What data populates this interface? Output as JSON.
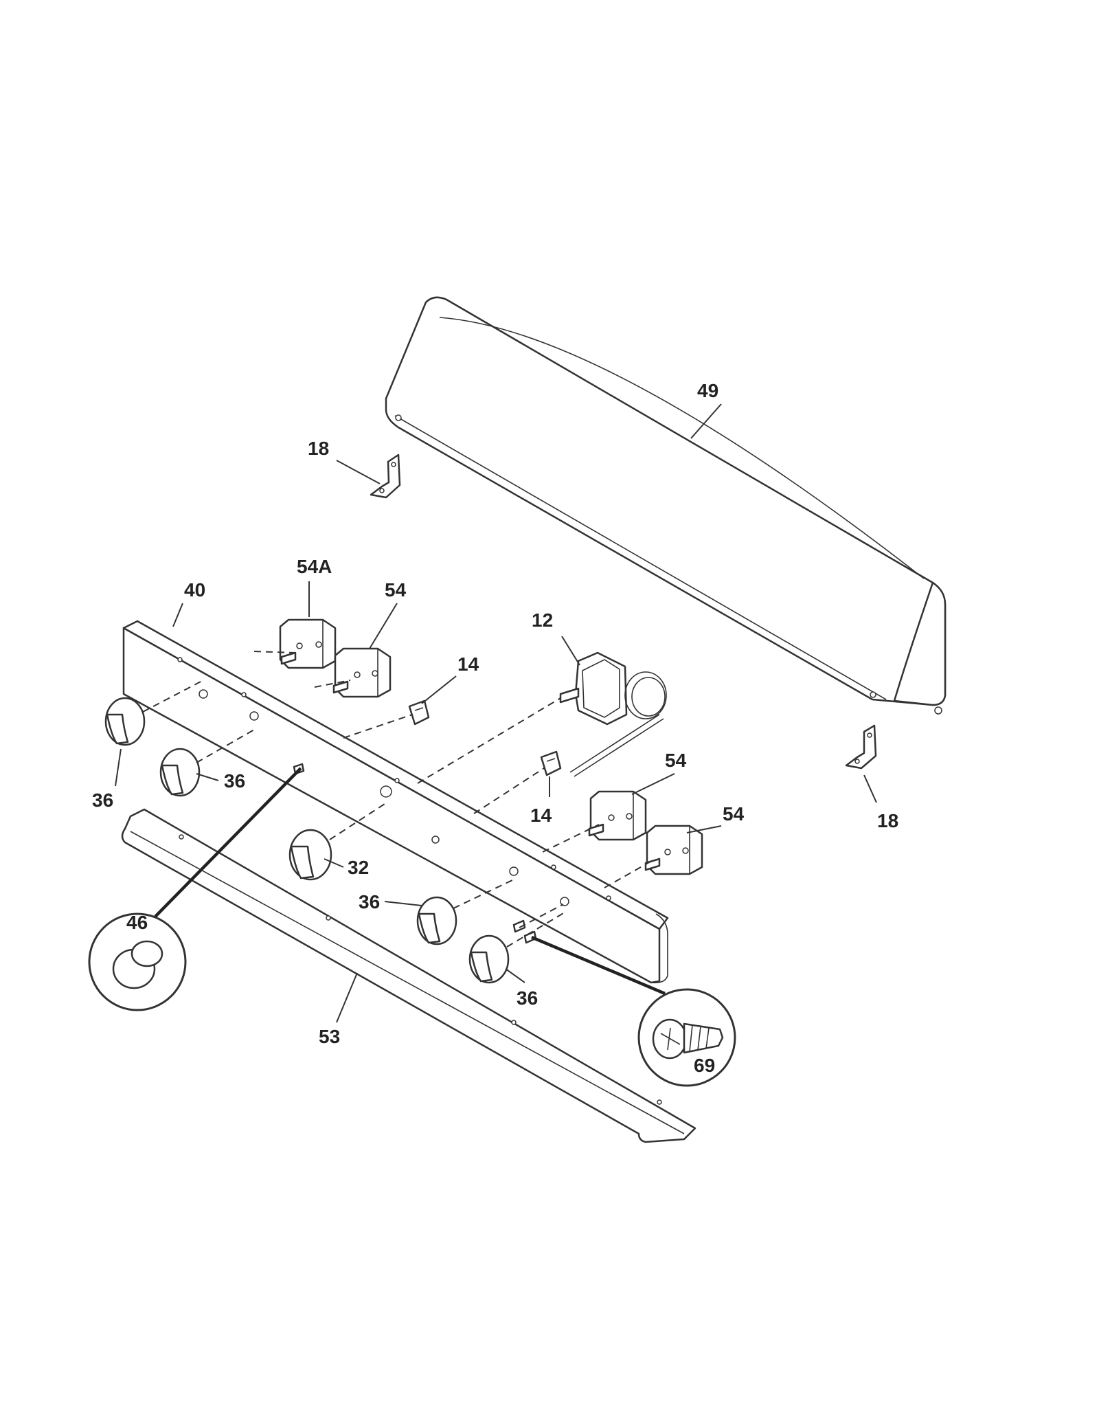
{
  "labels": {
    "p49": "49",
    "p18a": "18",
    "p18b": "18",
    "p40": "40",
    "p54A": "54A",
    "p54a": "54",
    "p54b": "54",
    "p54c": "54",
    "p12": "12",
    "p14a": "14",
    "p14b": "14",
    "p36a": "36",
    "p36b": "36",
    "p36c": "36",
    "p36d": "36",
    "p32": "32",
    "p46": "46",
    "p53": "53",
    "p69": "69"
  }
}
